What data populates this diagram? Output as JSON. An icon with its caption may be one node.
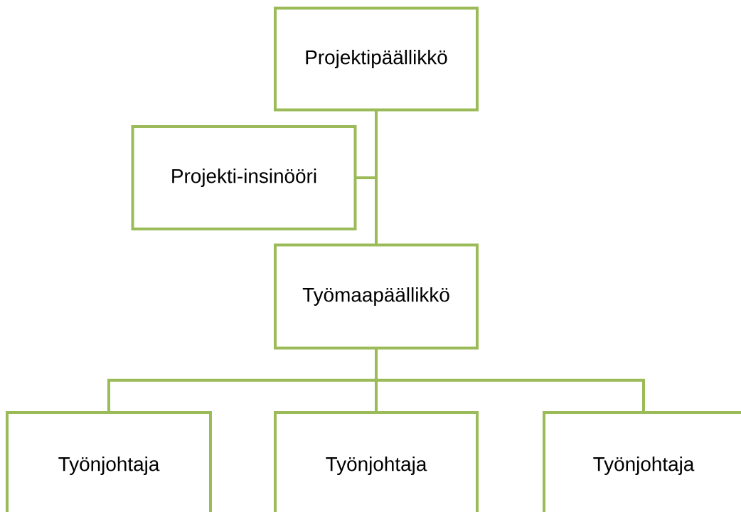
{
  "diagram": {
    "nodes": [
      {
        "text": [
          "Projektipäällikkö"
        ]
      },
      {
        "text": [
          "Projekti-insinööri"
        ]
      },
      {
        "text": [
          "Työmaapäällikkö"
        ]
      },
      {
        "text": [
          "Työnjohtaja"
        ]
      },
      {
        "text": [
          "Työnjohtaja"
        ]
      },
      {
        "text": [
          "Työnjohtaja"
        ]
      }
    ],
    "edges": [
      {
        "from": 0,
        "to": 2,
        "arrow": "none"
      },
      {
        "from": 0,
        "to": 1,
        "arrow": "none"
      },
      {
        "from": 2,
        "to": 3,
        "arrow": "none"
      },
      {
        "from": 2,
        "to": 4,
        "arrow": "none"
      },
      {
        "from": 2,
        "to": 5,
        "arrow": "none"
      }
    ]
  }
}
